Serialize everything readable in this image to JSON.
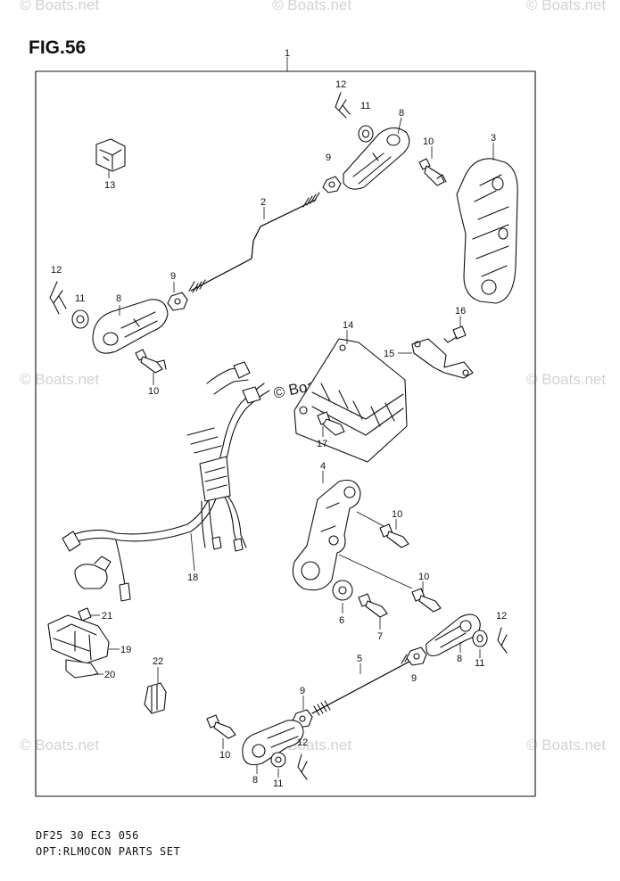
{
  "figure": {
    "title": "FIG.56",
    "footer_code": "DF25 30 EC3  056",
    "footer_name": "OPT:RLMOCON PARTS SET"
  },
  "watermark": "© Boats.net",
  "callouts": [
    "1",
    "2",
    "3",
    "4",
    "5",
    "6",
    "7",
    "8",
    "9",
    "10",
    "11",
    "12",
    "13",
    "14",
    "15",
    "16",
    "17",
    "18",
    "19",
    "20",
    "21",
    "22"
  ],
  "labels": [
    "1",
    "12",
    "11",
    "8",
    "9",
    "10",
    "3",
    "13",
    "2",
    "12",
    "9",
    "11",
    "8",
    "10",
    "14",
    "16",
    "15",
    "17",
    "4",
    "10",
    "10",
    "6",
    "7",
    "18",
    "21",
    "19",
    "20",
    "22",
    "12",
    "8",
    "11",
    "5",
    "9",
    "9",
    "10",
    "12",
    "8",
    "11"
  ]
}
